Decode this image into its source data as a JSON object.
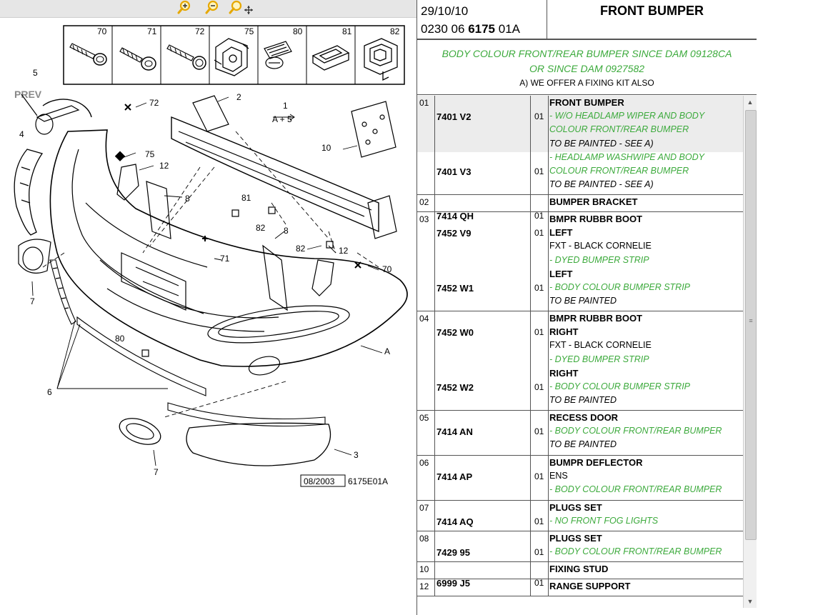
{
  "toolbar": {
    "zoom_in_icon": "zoom-in-icon",
    "zoom_out_icon": "zoom-out-icon",
    "pan_icon": "pan-icon"
  },
  "diagram": {
    "prev_label": "PREV",
    "footer_date": "08/2003",
    "footer_ref": "6175E01A",
    "view_label_top": "1",
    "view_label_bottom": "A + 5",
    "callouts": {
      "c2": "2",
      "c3": "3",
      "c4": "4",
      "c5": "5",
      "c6": "6",
      "c7a": "7",
      "c7b": "7",
      "c8a": "8",
      "c8b": "8",
      "c10": "10",
      "c12a": "12",
      "c12b": "12",
      "c70": "70",
      "c71": "71",
      "c72": "72",
      "c75": "75",
      "c80": "80",
      "c81": "81",
      "c82a": "82",
      "c82b": "82",
      "cA": "A"
    },
    "fastener_labels": [
      "70",
      "71",
      "72",
      "75",
      "80",
      "81",
      "82"
    ]
  },
  "header": {
    "date": "29/10/10",
    "code_prefix": "0230 06 ",
    "code_bold": "6175",
    "code_suffix": " 01A",
    "title": "FRONT BUMPER"
  },
  "note": {
    "line1": "BODY COLOUR FRONT/REAR BUMPER SINCE DAM 09128CA",
    "line2": "OR SINCE DAM 0927582",
    "line3": "A) WE OFFER A FIXING KIT ALSO"
  },
  "parts": [
    {
      "num": "01",
      "refs": [
        {
          "ref": "7401 V2",
          "qty": "01",
          "lines": [
            {
              "t": "FRONT BUMPER",
              "s": "b"
            },
            {
              "t": "- W/O HEADLAMP WIPER AND BODY",
              "s": "g"
            },
            {
              "t": "COLOUR FRONT/REAR BUMPER",
              "s": "g"
            },
            {
              "t": "TO BE PAINTED - SEE A)",
              "s": "i"
            }
          ]
        },
        {
          "ref": "7401 V3",
          "qty": "01",
          "lines": [
            {
              "t": "- HEADLAMP WASHWIPE AND BODY",
              "s": "g"
            },
            {
              "t": "COLOUR FRONT/REAR BUMPER",
              "s": "g"
            },
            {
              "t": "TO BE PAINTED - SEE A)",
              "s": "i"
            }
          ]
        }
      ]
    },
    {
      "num": "02",
      "refs": [
        {
          "ref": "7414 QH",
          "qty": "01",
          "lines": [
            {
              "t": "BUMPER BRACKET",
              "s": "b"
            }
          ]
        }
      ]
    },
    {
      "num": "03",
      "refs": [
        {
          "ref": "7452 V9",
          "qty": "01",
          "lines": [
            {
              "t": "BMPR RUBBR BOOT",
              "s": "b"
            },
            {
              "t": "LEFT",
              "s": "b"
            },
            {
              "t": "FXT - BLACK CORNELIE",
              "s": ""
            },
            {
              "t": "- DYED BUMPER STRIP",
              "s": "g"
            }
          ]
        },
        {
          "ref": "7452 W1",
          "qty": "01",
          "lines": [
            {
              "t": "LEFT",
              "s": "b"
            },
            {
              "t": "- BODY COLOUR BUMPER STRIP",
              "s": "g"
            },
            {
              "t": "TO BE PAINTED",
              "s": "i"
            }
          ]
        }
      ]
    },
    {
      "num": "04",
      "refs": [
        {
          "ref": "7452 W0",
          "qty": "01",
          "lines": [
            {
              "t": "BMPR RUBBR BOOT",
              "s": "b"
            },
            {
              "t": "RIGHT",
              "s": "b"
            },
            {
              "t": "FXT - BLACK CORNELIE",
              "s": ""
            },
            {
              "t": "- DYED BUMPER STRIP",
              "s": "g"
            }
          ]
        },
        {
          "ref": "7452 W2",
          "qty": "01",
          "lines": [
            {
              "t": "RIGHT",
              "s": "b"
            },
            {
              "t": "- BODY COLOUR BUMPER STRIP",
              "s": "g"
            },
            {
              "t": "TO BE PAINTED",
              "s": "i"
            }
          ]
        }
      ]
    },
    {
      "num": "05",
      "refs": [
        {
          "ref": "7414 AN",
          "qty": "01",
          "lines": [
            {
              "t": "RECESS DOOR",
              "s": "b"
            },
            {
              "t": "- BODY COLOUR FRONT/REAR BUMPER",
              "s": "g"
            },
            {
              "t": "TO BE PAINTED",
              "s": "i"
            }
          ]
        }
      ]
    },
    {
      "num": "06",
      "refs": [
        {
          "ref": "7414 AP",
          "qty": "01",
          "lines": [
            {
              "t": "BUMPR DEFLECTOR",
              "s": "b"
            },
            {
              "t": "ENS",
              "s": ""
            },
            {
              "t": "- BODY COLOUR FRONT/REAR BUMPER",
              "s": "g"
            }
          ]
        }
      ]
    },
    {
      "num": "07",
      "refs": [
        {
          "ref": "7414 AQ",
          "qty": "01",
          "lines": [
            {
              "t": "PLUGS SET",
              "s": "b"
            },
            {
              "t": "- NO FRONT FOG LIGHTS",
              "s": "g"
            }
          ]
        }
      ]
    },
    {
      "num": "08",
      "refs": [
        {
          "ref": "7429 95",
          "qty": "01",
          "lines": [
            {
              "t": "PLUGS SET",
              "s": "b"
            },
            {
              "t": "- BODY COLOUR FRONT/REAR BUMPER",
              "s": "g"
            }
          ]
        }
      ]
    },
    {
      "num": "10",
      "refs": [
        {
          "ref": "6999 J5",
          "qty": "01",
          "lines": [
            {
              "t": "FIXING STUD",
              "s": "b"
            }
          ]
        }
      ]
    },
    {
      "num": "12",
      "refs": [
        {
          "ref": "",
          "qty": "",
          "lines": [
            {
              "t": "RANGE SUPPORT",
              "s": "b"
            }
          ]
        }
      ]
    }
  ],
  "colors": {
    "green_text": "#3caa3c",
    "selected_row": "#ececec",
    "toolbar_bg": "#e6e6e6",
    "zoom_icon": "#e6a800"
  }
}
